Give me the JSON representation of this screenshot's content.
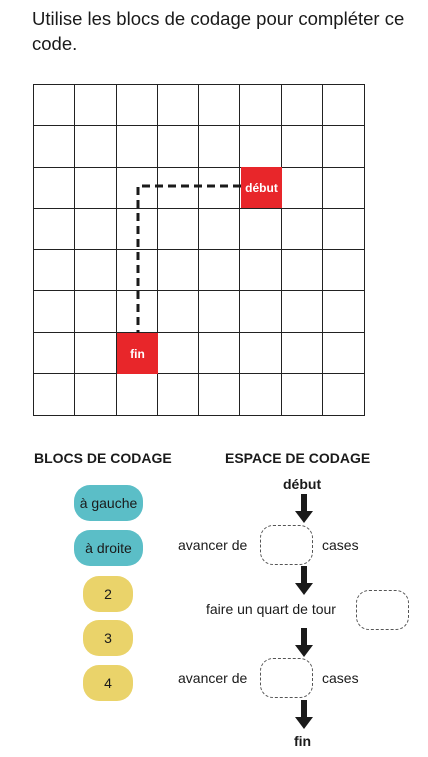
{
  "instruction": "Utilise les blocs de codage pour compléter ce code.",
  "grid": {
    "start_label": "début",
    "end_label": "fin"
  },
  "blocs": {
    "heading": "BLOCS DE CODAGE",
    "items": [
      "à gauche",
      "à droite",
      "2",
      "3",
      "4"
    ]
  },
  "espace": {
    "heading": "ESPACE DE CODAGE",
    "start": "début",
    "step1_prefix": "avancer de",
    "step1_suffix": "cases",
    "step2_prefix": "faire un quart de tour",
    "step3_prefix": "avancer de",
    "step3_suffix": "cases",
    "end": "fin"
  },
  "colors": {
    "red": "#e8262a",
    "teal": "#5bbec7",
    "yellow": "#ead36a"
  }
}
